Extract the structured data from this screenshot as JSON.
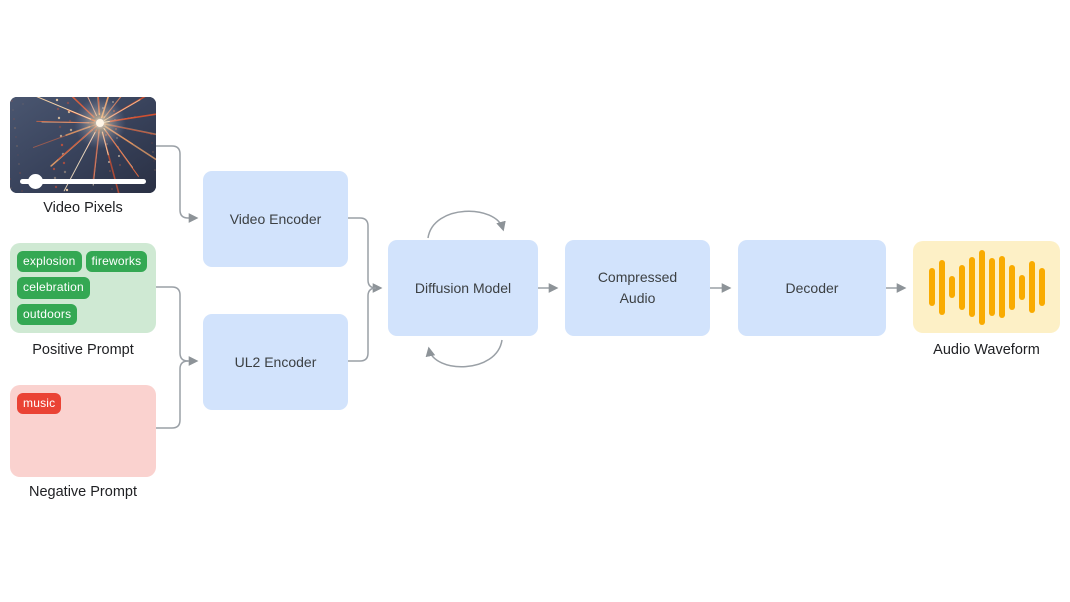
{
  "palette": {
    "node_fill": "#d2e3fc",
    "node_text": "#3c4043",
    "caption_text": "#202124",
    "arrow": "#9aa0a6",
    "positive_box_bg": "#cfe9d3",
    "positive_tag_bg": "#34a853",
    "negative_box_bg": "#fad2cf",
    "negative_tag_bg": "#ea4335",
    "waveform_box_bg": "#fdf0c6",
    "waveform_bar": "#f9ab00"
  },
  "inputs": {
    "video": {
      "label": "Video Pixels"
    },
    "positive_prompt": {
      "label": "Positive Prompt",
      "tags": [
        "explosion",
        "fireworks",
        "celebration",
        "outdoors"
      ]
    },
    "negative_prompt": {
      "label": "Negative Prompt",
      "tags": [
        "music"
      ]
    }
  },
  "nodes": {
    "video_encoder": {
      "label": "Video Encoder"
    },
    "ul2_encoder": {
      "label": "UL2 Encoder"
    },
    "diffusion_model": {
      "label": "Diffusion Model"
    },
    "compressed_audio": {
      "label": "Compressed Audio"
    },
    "decoder": {
      "label": "Decoder"
    }
  },
  "output": {
    "label": "Audio Waveform",
    "waveform_bars": [
      38,
      55,
      22,
      45,
      60,
      75,
      58,
      62,
      45,
      25,
      52,
      38
    ]
  }
}
